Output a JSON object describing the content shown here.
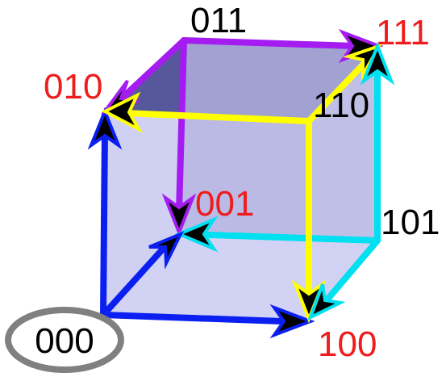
{
  "colors": {
    "face_fill": "#c8c8f0",
    "top_face_fill": "#4d4f96",
    "back_face_fill": "#b4b4e0",
    "side_face_fill": "#c0c0e6",
    "x_axis_blue": "#0a1ff0",
    "z_axis_purple": "#a41cf0",
    "y_axis_yellow": "#ffff00",
    "cyan_edges": "#00e0f0",
    "arrowhead": "#000000",
    "highlight_label": "#ee1c1c",
    "normal_label": "#000000",
    "ellipse_stroke": "#808080"
  },
  "vertices": {
    "v000": {
      "label": "000",
      "highlighted": false,
      "circled": true
    },
    "v001": {
      "label": "001",
      "highlighted": true
    },
    "v010": {
      "label": "010",
      "highlighted": true
    },
    "v011": {
      "label": "011",
      "highlighted": false
    },
    "v100": {
      "label": "100",
      "highlighted": true
    },
    "v101": {
      "label": "101",
      "highlighted": false
    },
    "v110": {
      "label": "110",
      "highlighted": false
    },
    "v111": {
      "label": "111",
      "highlighted": true
    }
  }
}
